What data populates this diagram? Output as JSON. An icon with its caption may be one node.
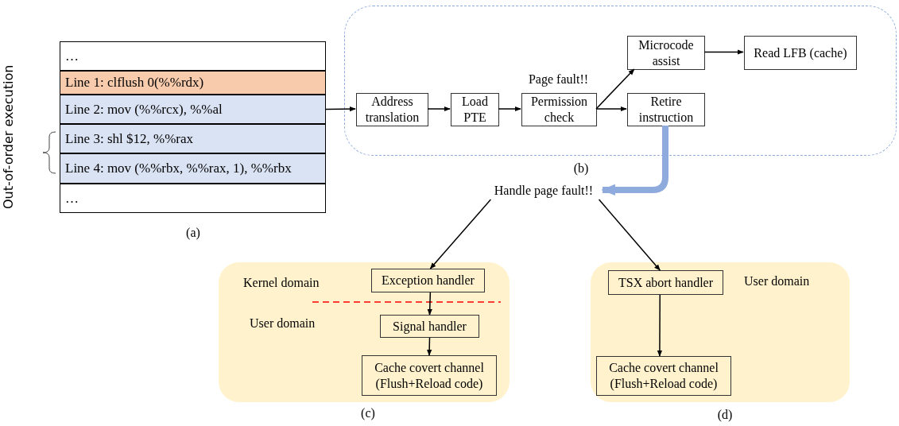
{
  "diagram": {
    "nodes": [
      {
        "text": [
          "…"
        ]
      },
      {
        "text": [
          "Line 1: clflush 0(%%rdx)"
        ]
      },
      {
        "text": [
          "Line 2: mov (%%rcx), %%al"
        ]
      },
      {
        "text": [
          "Line 3: shl $12, %%rax"
        ]
      },
      {
        "text": [
          "Line 4: mov (%%rbx, %%rax, 1), %%rbx"
        ]
      },
      {
        "text": [
          "…"
        ]
      },
      {
        "text": [],
        "shape": "box"
      },
      {
        "text": [
          "Address translation"
        ],
        "in": 6
      },
      {
        "text": [
          "Load PTE"
        ],
        "in": 6
      },
      {
        "text": [
          "Permission check"
        ],
        "in": 6,
        "beside": [
          "Page fault!!"
        ]
      },
      {
        "text": [
          "Microcode assist"
        ],
        "in": 6
      },
      {
        "text": [
          "Read LFB (cache)"
        ],
        "in": 6
      },
      {
        "text": [
          "Retire instruction"
        ],
        "in": 6
      },
      {
        "text": [
          "Handle page fault!!"
        ]
      },
      {
        "text": [],
        "shape": "box"
      },
      {
        "text": [
          "Exception handler"
        ],
        "in": 14
      },
      {
        "text": [
          "Signal handler"
        ],
        "in": 14
      },
      {
        "text": [
          "Cache covert channel (Flush+Reload code)"
        ],
        "in": 14
      },
      {
        "text": [],
        "shape": "box"
      },
      {
        "text": [
          "TSX abort handler"
        ],
        "in": 18
      },
      {
        "text": [
          "Cache covert channel (Flush+Reload code)"
        ],
        "in": 18
      }
    ],
    "edges": [
      {
        "from": 2,
        "to": 7,
        "arrow": "to"
      },
      {
        "from": 7,
        "to": 8,
        "arrow": "to"
      },
      {
        "from": 8,
        "to": 9,
        "arrow": "to"
      },
      {
        "from": 9,
        "to": 10,
        "arrow": "to"
      },
      {
        "from": 9,
        "to": 12,
        "arrow": "to"
      },
      {
        "from": 10,
        "to": 11,
        "arrow": "to"
      },
      {
        "from": 12,
        "to": 13,
        "arrow": "to",
        "style": "thick",
        "color": "#8faadc"
      },
      {
        "from": 13,
        "to": 15,
        "arrow": "to"
      },
      {
        "from": 13,
        "to": 19,
        "arrow": "to"
      },
      {
        "from": 15,
        "to": 16,
        "arrow": "to"
      },
      {
        "from": 16,
        "to": 17,
        "arrow": "to"
      },
      {
        "from": 19,
        "to": 20,
        "arrow": "to"
      }
    ],
    "labels": [
      "Out-of-order execution",
      "(a)",
      "(b)",
      "Kernel domain",
      "User domain",
      "User domain",
      "(c)",
      "(d)"
    ]
  }
}
